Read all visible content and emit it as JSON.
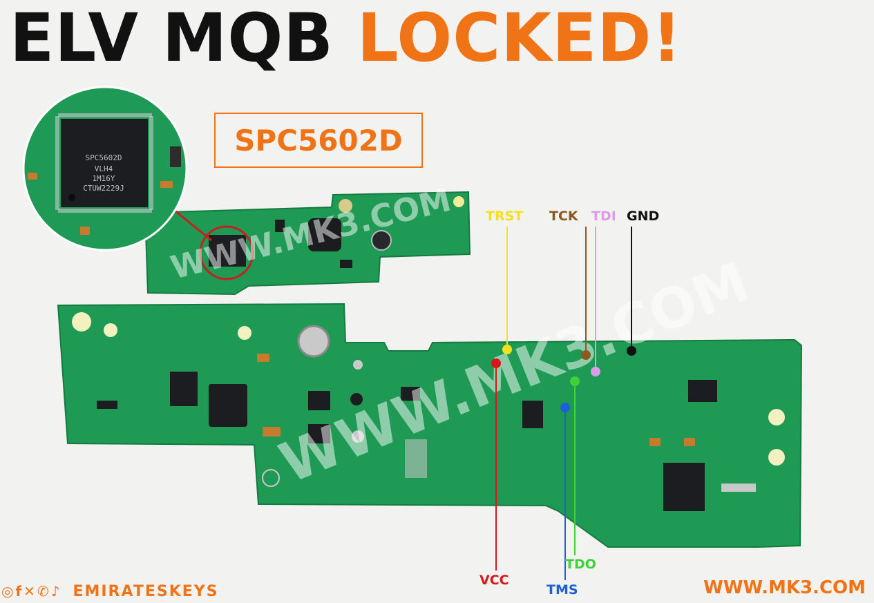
{
  "title": {
    "part1": "ELV MQB ",
    "part2": "LOCKED!"
  },
  "chip": {
    "label": "SPC5602D",
    "markings": [
      "SPC5602D",
      "VLH4",
      "1M16Y",
      "CTUW2229J"
    ]
  },
  "pins": {
    "trst": {
      "label": "TRST",
      "color": "#f4e11c"
    },
    "tck": {
      "label": "TCK",
      "color": "#8a5a1e"
    },
    "tdi": {
      "label": "TDI",
      "color": "#e09be6"
    },
    "gnd": {
      "label": "GND",
      "color": "#111111"
    },
    "vcc": {
      "label": "VCC",
      "color": "#d8161c"
    },
    "tms": {
      "label": "TMS",
      "color": "#1e5fd6"
    },
    "tdo": {
      "label": "TDO",
      "color": "#3fd23a"
    }
  },
  "watermark": "WWW.MK3.COM",
  "footer": {
    "social_icons": [
      "facebook-icon",
      "x-icon",
      "whatsapp-icon",
      "tiktok-icon"
    ],
    "handle": "EMIRATESKEYS",
    "url": "WWW.MK3.COM"
  },
  "colors": {
    "accent": "#f07316",
    "pcb": "#1e9a55",
    "pcb_dark": "#14803f"
  }
}
